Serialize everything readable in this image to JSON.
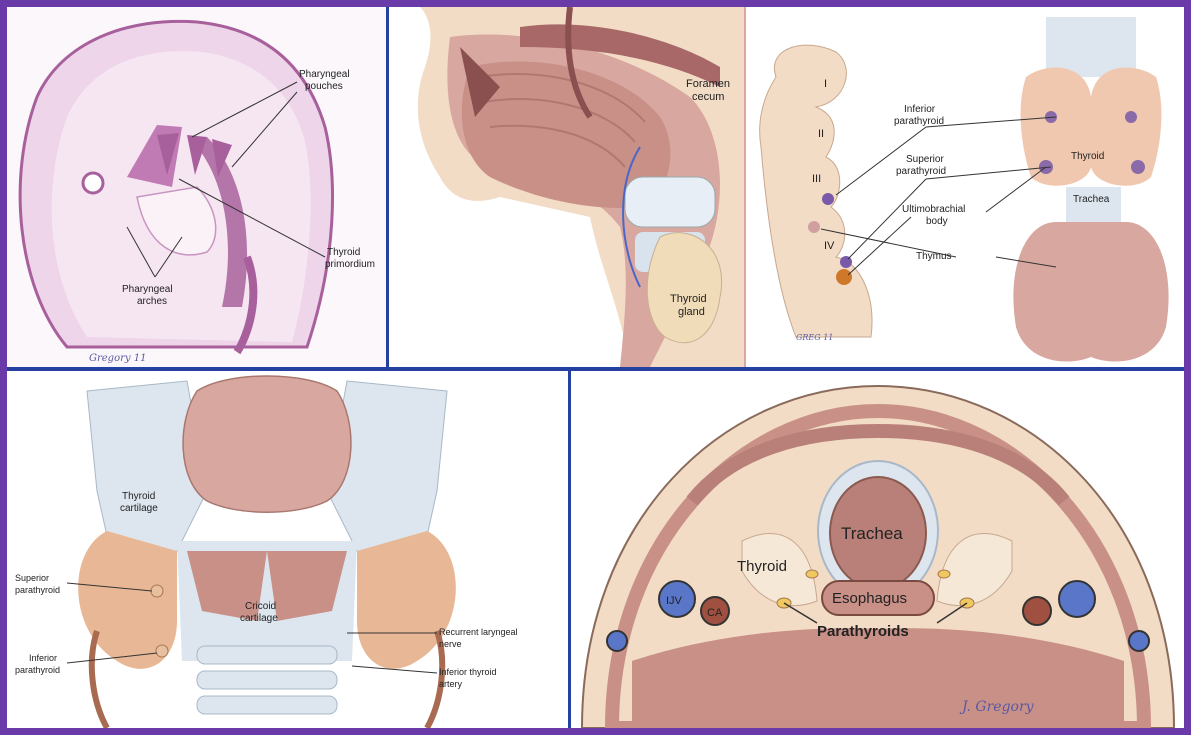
{
  "panels": {
    "embryo": {
      "labels": {
        "pharyngeal_pouches_1": "Pharyngeal",
        "pharyngeal_pouches_2": "pouches",
        "thyroid_primordium_1": "Thyroid",
        "thyroid_primordium_2": "primordium",
        "pharyngeal_arches_1": "Pharyngeal",
        "pharyngeal_arches_2": "arches"
      },
      "signature": "Gregory 11"
    },
    "sagittal": {
      "labels": {
        "foramen_cecum_1": "Foramen",
        "foramen_cecum_2": "cecum",
        "thyroid_gland_1": "Thyroid",
        "thyroid_gland_2": "gland"
      }
    },
    "pouches": {
      "labels": {
        "roman_1": "I",
        "roman_2": "II",
        "roman_3": "III",
        "roman_4": "IV",
        "inferior_parathyroid_1": "Inferior",
        "inferior_parathyroid_2": "parathyroid",
        "superior_parathyroid_1": "Superior",
        "superior_parathyroid_2": "parathyroid",
        "ultimobranchial_1": "Ultimobrachial",
        "ultimobranchial_2": "body",
        "thymus": "Thymus",
        "thyroid": "Thyroid",
        "trachea": "Trachea"
      },
      "signature": "GREG 11"
    },
    "larynx": {
      "labels": {
        "thyroid_cartilage_1": "Thyroid",
        "thyroid_cartilage_2": "cartilage",
        "cricoid_cartilage_1": "Cricoid",
        "cricoid_cartilage_2": "cartilage",
        "superior_parathyroid_1": "Superior",
        "superior_parathyroid_2": "parathyroid",
        "inferior_parathyroid_1": "Inferior",
        "inferior_parathyroid_2": "parathyroid",
        "recurrent_nerve_1": "Recurrent laryngeal",
        "recurrent_nerve_2": "nerve",
        "inferior_artery_1": "Inferior thyroid",
        "inferior_artery_2": "artery"
      }
    },
    "crosssection": {
      "labels": {
        "trachea": "Trachea",
        "thyroid": "Thyroid",
        "esophagus": "Esophagus",
        "ijv": "IJV",
        "ca": "CA",
        "parathyroids": "Parathyroids"
      },
      "signature": "J. Gregory"
    }
  },
  "colors": {
    "frame": "#6a3aa8",
    "divider": "#2440a0",
    "tissue_pink": "#d8a8a0",
    "muscle": "#b88078",
    "embryo_purple": "#a8609c",
    "skin": "#f2dcc6"
  }
}
